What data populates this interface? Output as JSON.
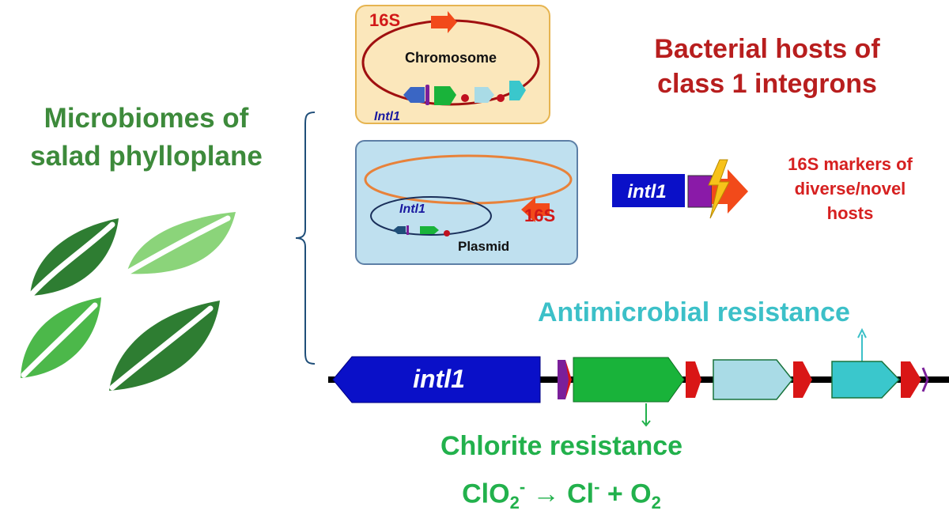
{
  "left": {
    "title_line1": "Microbiomes of",
    "title_line2": "salad phylloplane"
  },
  "chromosome_box": {
    "marker": "16S",
    "label": "Chromosome",
    "gene": "Intl1"
  },
  "plasmid_box": {
    "marker": "16S",
    "gene": "Intl1",
    "label": "Plasmid"
  },
  "hosts": {
    "title_line1": "Bacterial hosts of",
    "title_line2": "class 1 integrons"
  },
  "marker_construct": {
    "gene": "intl1",
    "caption_line1": "16S markers of",
    "caption_line2": "diverse/novel",
    "caption_line3": "hosts"
  },
  "integron": {
    "gene": "intl1",
    "antimicrobial_label": "Antimicrobial resistance",
    "chlorite_label": "Chlorite resistance",
    "formula": {
      "a": "ClO",
      "a_sub": "2",
      "a_sup": "-",
      "arrow": "→",
      "b": "Cl",
      "b_sup": "-",
      "plus": "+",
      "c": "O",
      "c_sub": "2"
    }
  },
  "colors": {
    "leaf_dark": "#2e7d32",
    "leaf_light": "#8bd47a",
    "leaf_mid": "#4cb84a",
    "intl1_blue": "#0a10c8",
    "cassette_green": "#19b33a",
    "cassette_lightblue": "#a9dbe6",
    "cassette_teal": "#3ac7cc",
    "attc_red": "#d91616",
    "attc_purple": "#7a1f9a",
    "chromosome_box": "#fbe7bb",
    "plasmid_box": "#bfe0ef",
    "marker_red": "#f24a1a"
  }
}
